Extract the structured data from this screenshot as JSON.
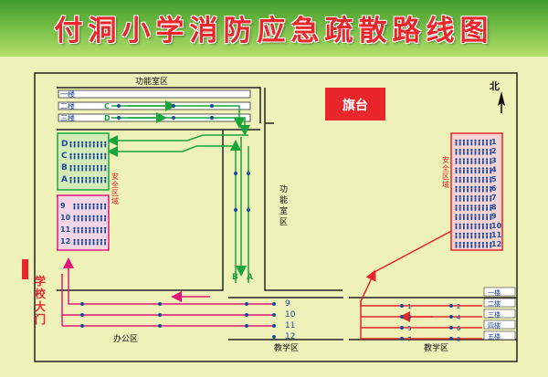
{
  "title": "付洞小学消防应急疏散路线图",
  "flag_platform": "旗台",
  "north": "北",
  "areas": {
    "function_room_top": "功能室区",
    "function_room_side": "功能室区",
    "office": "办公区",
    "teaching_left": "教学区",
    "teaching_right": "教学区",
    "gate": "学校大门",
    "safe_zone": "安全区域"
  },
  "floors_left": [
    "一楼",
    "二楼",
    "三楼"
  ],
  "corridor_labels": [
    "C",
    "D"
  ],
  "lane_labels": [
    "B",
    "A"
  ],
  "safe_left_green_rows": [
    "D",
    "C",
    "B",
    "A"
  ],
  "safe_left_pink_rows": [
    "9",
    "10",
    "11",
    "12"
  ],
  "safe_right_rows": [
    "1",
    "2",
    "3",
    "4",
    "5",
    "6",
    "7",
    "8",
    "9",
    "10",
    "11",
    "12"
  ],
  "bottom_left_numbers": [
    "9",
    "10",
    "11",
    "12"
  ],
  "bottom_right_floors": [
    "一楼",
    "二楼",
    "三楼",
    "四楼",
    "五楼"
  ],
  "bottom_right_pairs": [
    [
      "1",
      "2"
    ],
    [
      "3",
      "4"
    ],
    [
      "5",
      "6"
    ],
    [
      "7",
      "8"
    ]
  ],
  "colors": {
    "green_route": "#1aa53a",
    "pink_route": "#e0187a",
    "red_route": "#e8262b",
    "blue": "#1b4a9c"
  }
}
